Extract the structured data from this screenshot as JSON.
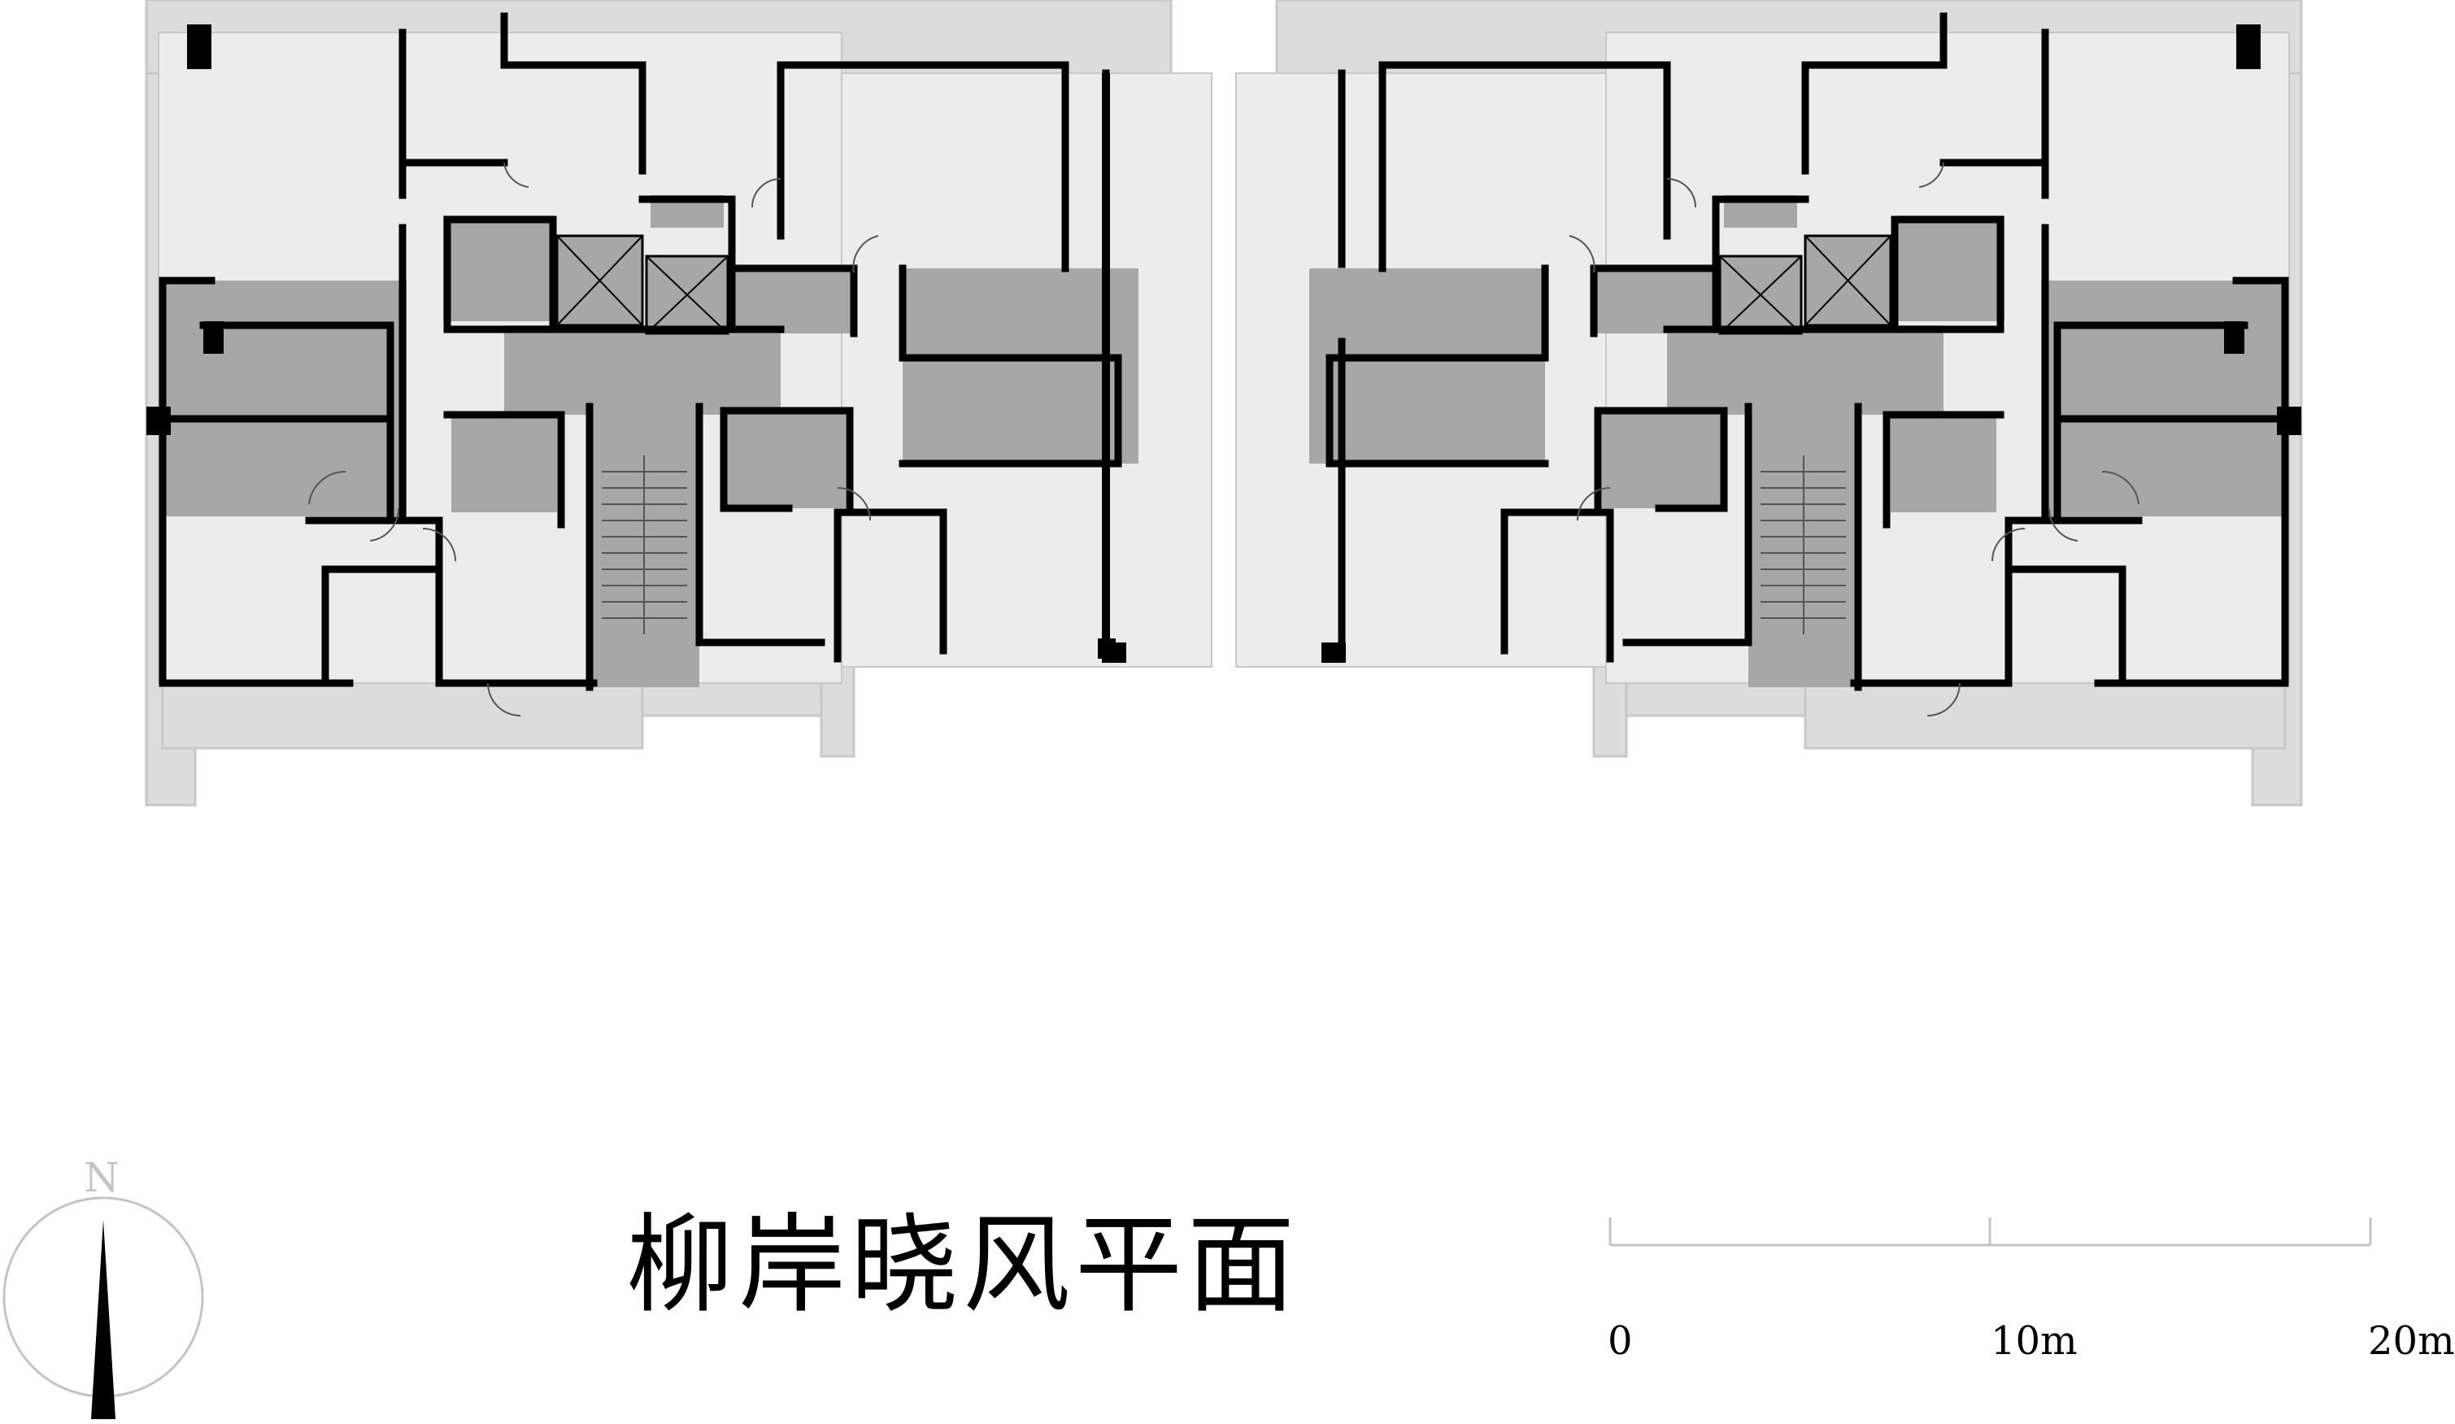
{
  "title": "柳岸晓风平面",
  "compass": {
    "label": "N"
  },
  "scale_bar": {
    "labels": [
      "0",
      "10m",
      "20m"
    ]
  },
  "colors": {
    "wall": "#000000",
    "floor": "#ececec",
    "core": "#a7a7a7",
    "balcony": "#dcdcdc",
    "outline": "#c8c8c8"
  }
}
